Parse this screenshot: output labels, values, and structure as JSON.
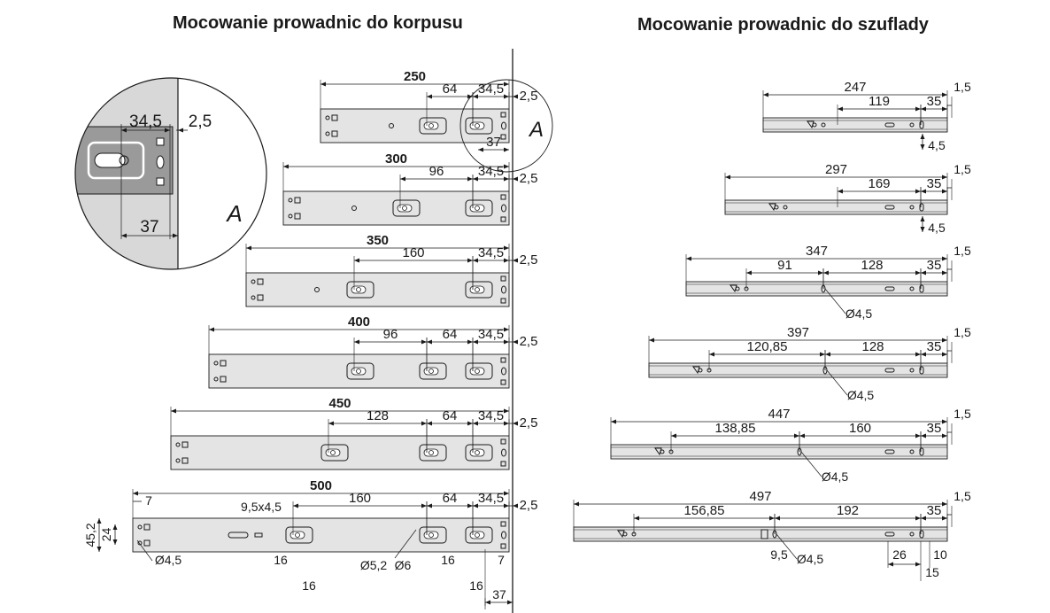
{
  "titles": {
    "left": "Mocowanie prowadnic do korpusu",
    "right": "Mocowanie prowadnic do szuflady"
  },
  "detail": {
    "dim_a": "34,5",
    "dim_b": "2,5",
    "dim_c": "37",
    "label": "A"
  },
  "left_rails": [
    {
      "length": "250",
      "dims": [
        "64",
        "34,5"
      ],
      "offset": "2,5",
      "extra": [
        "37"
      ],
      "callout": "A"
    },
    {
      "length": "300",
      "dims": [
        "96",
        "34,5"
      ],
      "offset": "2,5"
    },
    {
      "length": "350",
      "dims": [
        "160",
        "34,5"
      ],
      "offset": "2,5"
    },
    {
      "length": "400",
      "dims": [
        "96",
        "64",
        "34,5"
      ],
      "offset": "2,5"
    },
    {
      "length": "450",
      "dims": [
        "128",
        "64",
        "34,5"
      ],
      "offset": "2,5"
    },
    {
      "length": "500",
      "dims": [
        "160",
        "64",
        "34,5"
      ],
      "offset": "2,5"
    }
  ],
  "left_500_extra": {
    "d7": "7",
    "slot": "9,5x4,5",
    "h45": "45,2",
    "h24": "24",
    "phi45": "Ø4,5",
    "d16a": "16",
    "d16b": "16",
    "phi52": "Ø5,2",
    "phi6": "Ø6",
    "d16c": "16",
    "d16d": "16",
    "d7b": "7",
    "d37": "37"
  },
  "right_rails": [
    {
      "length": "247",
      "dims": [
        "119",
        "35"
      ],
      "offset": "1,5",
      "below": "4,5"
    },
    {
      "length": "297",
      "dims": [
        "169",
        "35"
      ],
      "offset": "1,5",
      "below": "4,5"
    },
    {
      "length": "347",
      "dims": [
        "91",
        "128",
        "35"
      ],
      "offset": "1,5",
      "phi": "Ø4,5"
    },
    {
      "length": "397",
      "dims": [
        "120,85",
        "128",
        "35"
      ],
      "offset": "1,5",
      "phi": "Ø4,5"
    },
    {
      "length": "447",
      "dims": [
        "138,85",
        "160",
        "35"
      ],
      "offset": "1,5",
      "phi": "Ø4,5"
    },
    {
      "length": "497",
      "dims": [
        "156,85",
        "192",
        "35"
      ],
      "offset": "1,5",
      "phi": "Ø4,5",
      "bottom": [
        "9,5",
        "26",
        "10",
        "15"
      ]
    }
  ],
  "colors": {
    "rail_fill": "#e4e4e4",
    "line": "#1a1a1a",
    "panel": "#b8b8b8"
  }
}
